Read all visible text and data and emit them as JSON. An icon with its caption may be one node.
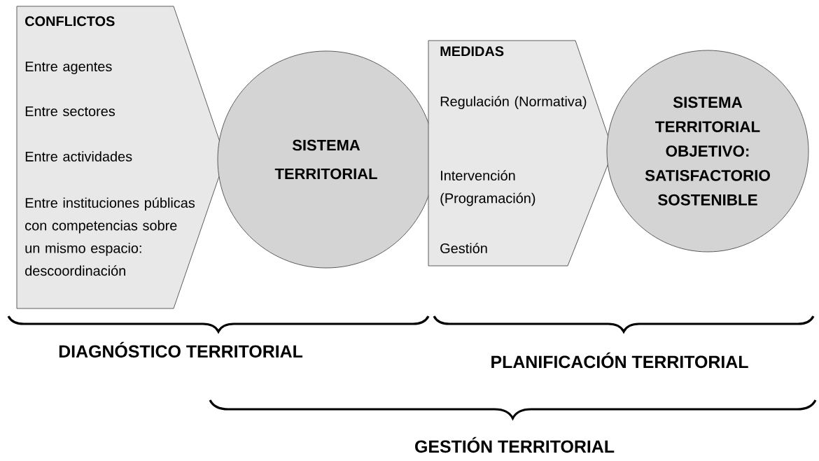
{
  "diagram": {
    "nodes": [
      {
        "text": [
          "CONFLICTOS",
          "Entre agentes",
          "Entre sectores",
          "Entre actividades",
          "Entre instituciones públicas con competencias sobre un mismo espacio: descoordinación"
        ]
      },
      {
        "text": [
          "SISTEMA TERRITORIAL"
        ]
      },
      {
        "text": [
          "MEDIDAS",
          "Regulación (Normativa)",
          "Intervención (Programación)",
          "Gestión"
        ]
      },
      {
        "text": [
          "SISTEMA TERRITORIAL OBJETIVO: SATISFACTORIO SOSTENIBLE"
        ]
      }
    ],
    "labels": [
      "DIAGNÓSTICO TERRITORIAL",
      "PLANIFICACIÓN TERRITORIAL",
      "GESTIÓN TERRITORIAL"
    ]
  }
}
